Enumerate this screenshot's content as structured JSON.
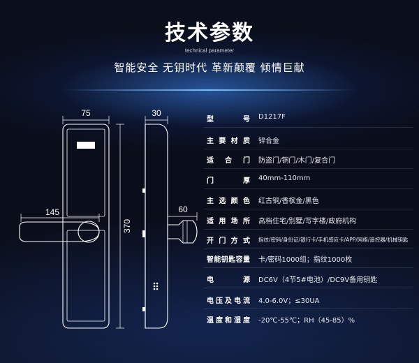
{
  "header": {
    "title": "技术参数",
    "subtitle": "technical parameter",
    "slogan": "智能安全  无钥时代  革新颠覆  倾情巨献"
  },
  "dimensions": {
    "front_width": "75",
    "side_width": "30",
    "height": "370",
    "handle_length": "145",
    "handle_depth": "60"
  },
  "specs": [
    {
      "key": "型号",
      "value": "D1217F"
    },
    {
      "key": "主要材质",
      "value": "锌合金"
    },
    {
      "key": "适合门",
      "value": "防盗门/铜门/木门/复合门"
    },
    {
      "key": "门厚",
      "value": "40mm-110mm"
    },
    {
      "key": "主选颜色",
      "value": "红古铜/香槟金/黑色"
    },
    {
      "key": "适用场所",
      "value": "高档住宅/别墅/写字楼/政府机构"
    },
    {
      "key": "开门方式",
      "value": "指纹/密码/身份证/银行卡/手机感应卡/APP/网络/遥控器/机械钥匙"
    },
    {
      "key": "智能钥匙容量",
      "value": "卡/密码1000组；指纹1000枚"
    },
    {
      "key": "电源",
      "value": "DC6V（4节5#电池）/DC9V备用钥匙"
    },
    {
      "key": "电压及电流",
      "value": "4.0-6.0V；≤30UA"
    },
    {
      "key": "温度和湿度",
      "value": "-20℃-55℃；RH（45-85）%"
    }
  ],
  "colors": {
    "background": "#0a0d18",
    "accent_glow": "#3c8cff",
    "line": "#ffffff"
  },
  "icons": {
    "keypad": "keypad-dots-icon",
    "logo": "brand-logo-icon"
  }
}
